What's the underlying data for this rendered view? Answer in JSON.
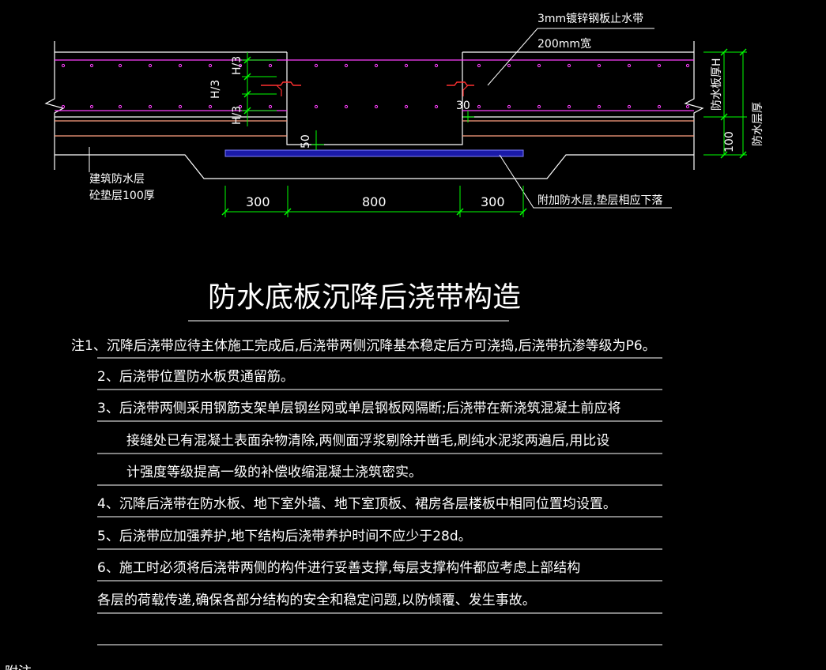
{
  "colors": {
    "background": "#000000",
    "slab_outline": "#ffffff",
    "rebar": "#ff40ff",
    "waterproof_layer": "#ff9f80",
    "dimension": "#00ff00",
    "text": "#ffffff",
    "blue_strip": "#1a1aa8",
    "blue_strip_edge": "#8080ff"
  },
  "drawing": {
    "waterstop_label_line1": "3mm镀锌钢板止水带",
    "waterstop_label_line2": "200mm宽",
    "h3_upper": "H/3",
    "h3_middle": "H/3",
    "h3_lower": "H/3",
    "dim_30": "30",
    "dim_50": "50",
    "slab_thickness_label": "防水板厚H",
    "layer_thickness_label": "防水层厚",
    "dim_100": "100",
    "left_label_line1": "建筑防水层",
    "left_label_line2": "砼垫层100厚",
    "dim_left_300": "300",
    "dim_center_800": "800",
    "dim_right_300": "300",
    "additional_layer_label": "附加防水层,垫层相应下落"
  },
  "title": "防水底板沉降后浇带构造",
  "notes": [
    "注1、沉降后浇带应待主体施工完成后,后浇带两侧沉降基本稳定后方可浇捣,后浇带抗渗等级为P6。",
    "2、后浇带位置防水板贯通留筋。",
    "3、后浇带两侧采用钢筋支架单层钢丝网或单层钢板网隔断;后浇带在新浇筑混凝土前应将",
    "接缝处已有混凝土表面杂物清除,两侧面浮浆剔除并凿毛,刷纯水泥浆两遍后,用比设",
    "计强度等级提高一级的补偿收缩混凝土浇筑密实。",
    "4、沉降后浇带在防水板、地下室外墙、地下室顶板、裙房各层楼板中相同位置均设置。",
    "5、后浇带应加强养护,地下结构后浇带养护时间不应少于28d。",
    "6、施工时必须将后浇带两侧的构件进行妥善支撑,每层支撑构件都应考虑上部结构",
    "各层的荷载传递,确保各部分结构的安全和稳定问题,以防倾覆、发生事故。"
  ],
  "bottom_partial_text": "附注"
}
